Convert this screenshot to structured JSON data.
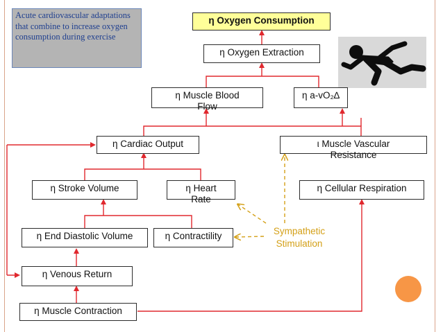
{
  "note": {
    "text": "Acute cardiovascular adaptations that combine to increase oxygen consumption during exercise"
  },
  "boxes": {
    "oxygen_consumption": "η Oxygen Consumption",
    "oxygen_extraction": "η Oxygen Extraction",
    "muscle_blood_flow": "η Muscle Blood Flow",
    "avo2": "η a-vO₂∆",
    "cardiac_output": "η Cardiac Output",
    "muscle_vascular_resistance": "ι Muscle Vascular Resistance",
    "stroke_volume": "η Stroke Volume",
    "heart_rate": "η Heart Rate",
    "cellular_respiration": "η Cellular Respiration",
    "end_diastolic_volume": "η End Diastolic Volume",
    "contractility": "η Contractility",
    "venous_return": "η Venous Return",
    "muscle_contraction": "η Muscle Contraction"
  },
  "sympathetic": {
    "line1": "Sympathetic",
    "line2": "Stimulation"
  },
  "colors": {
    "arrow_solid": "#e0282e",
    "arrow_dashed": "#d4a017",
    "note_bg": "#b4b4b4",
    "note_text": "#1f3f8f",
    "top_box_bg": "#ffff99",
    "accent_dot": "#f79646",
    "runner_bg": "#d9d9d9"
  },
  "icons": {
    "runner": "sprinter-silhouette-icon",
    "dot": "orange-circle-decoration"
  }
}
